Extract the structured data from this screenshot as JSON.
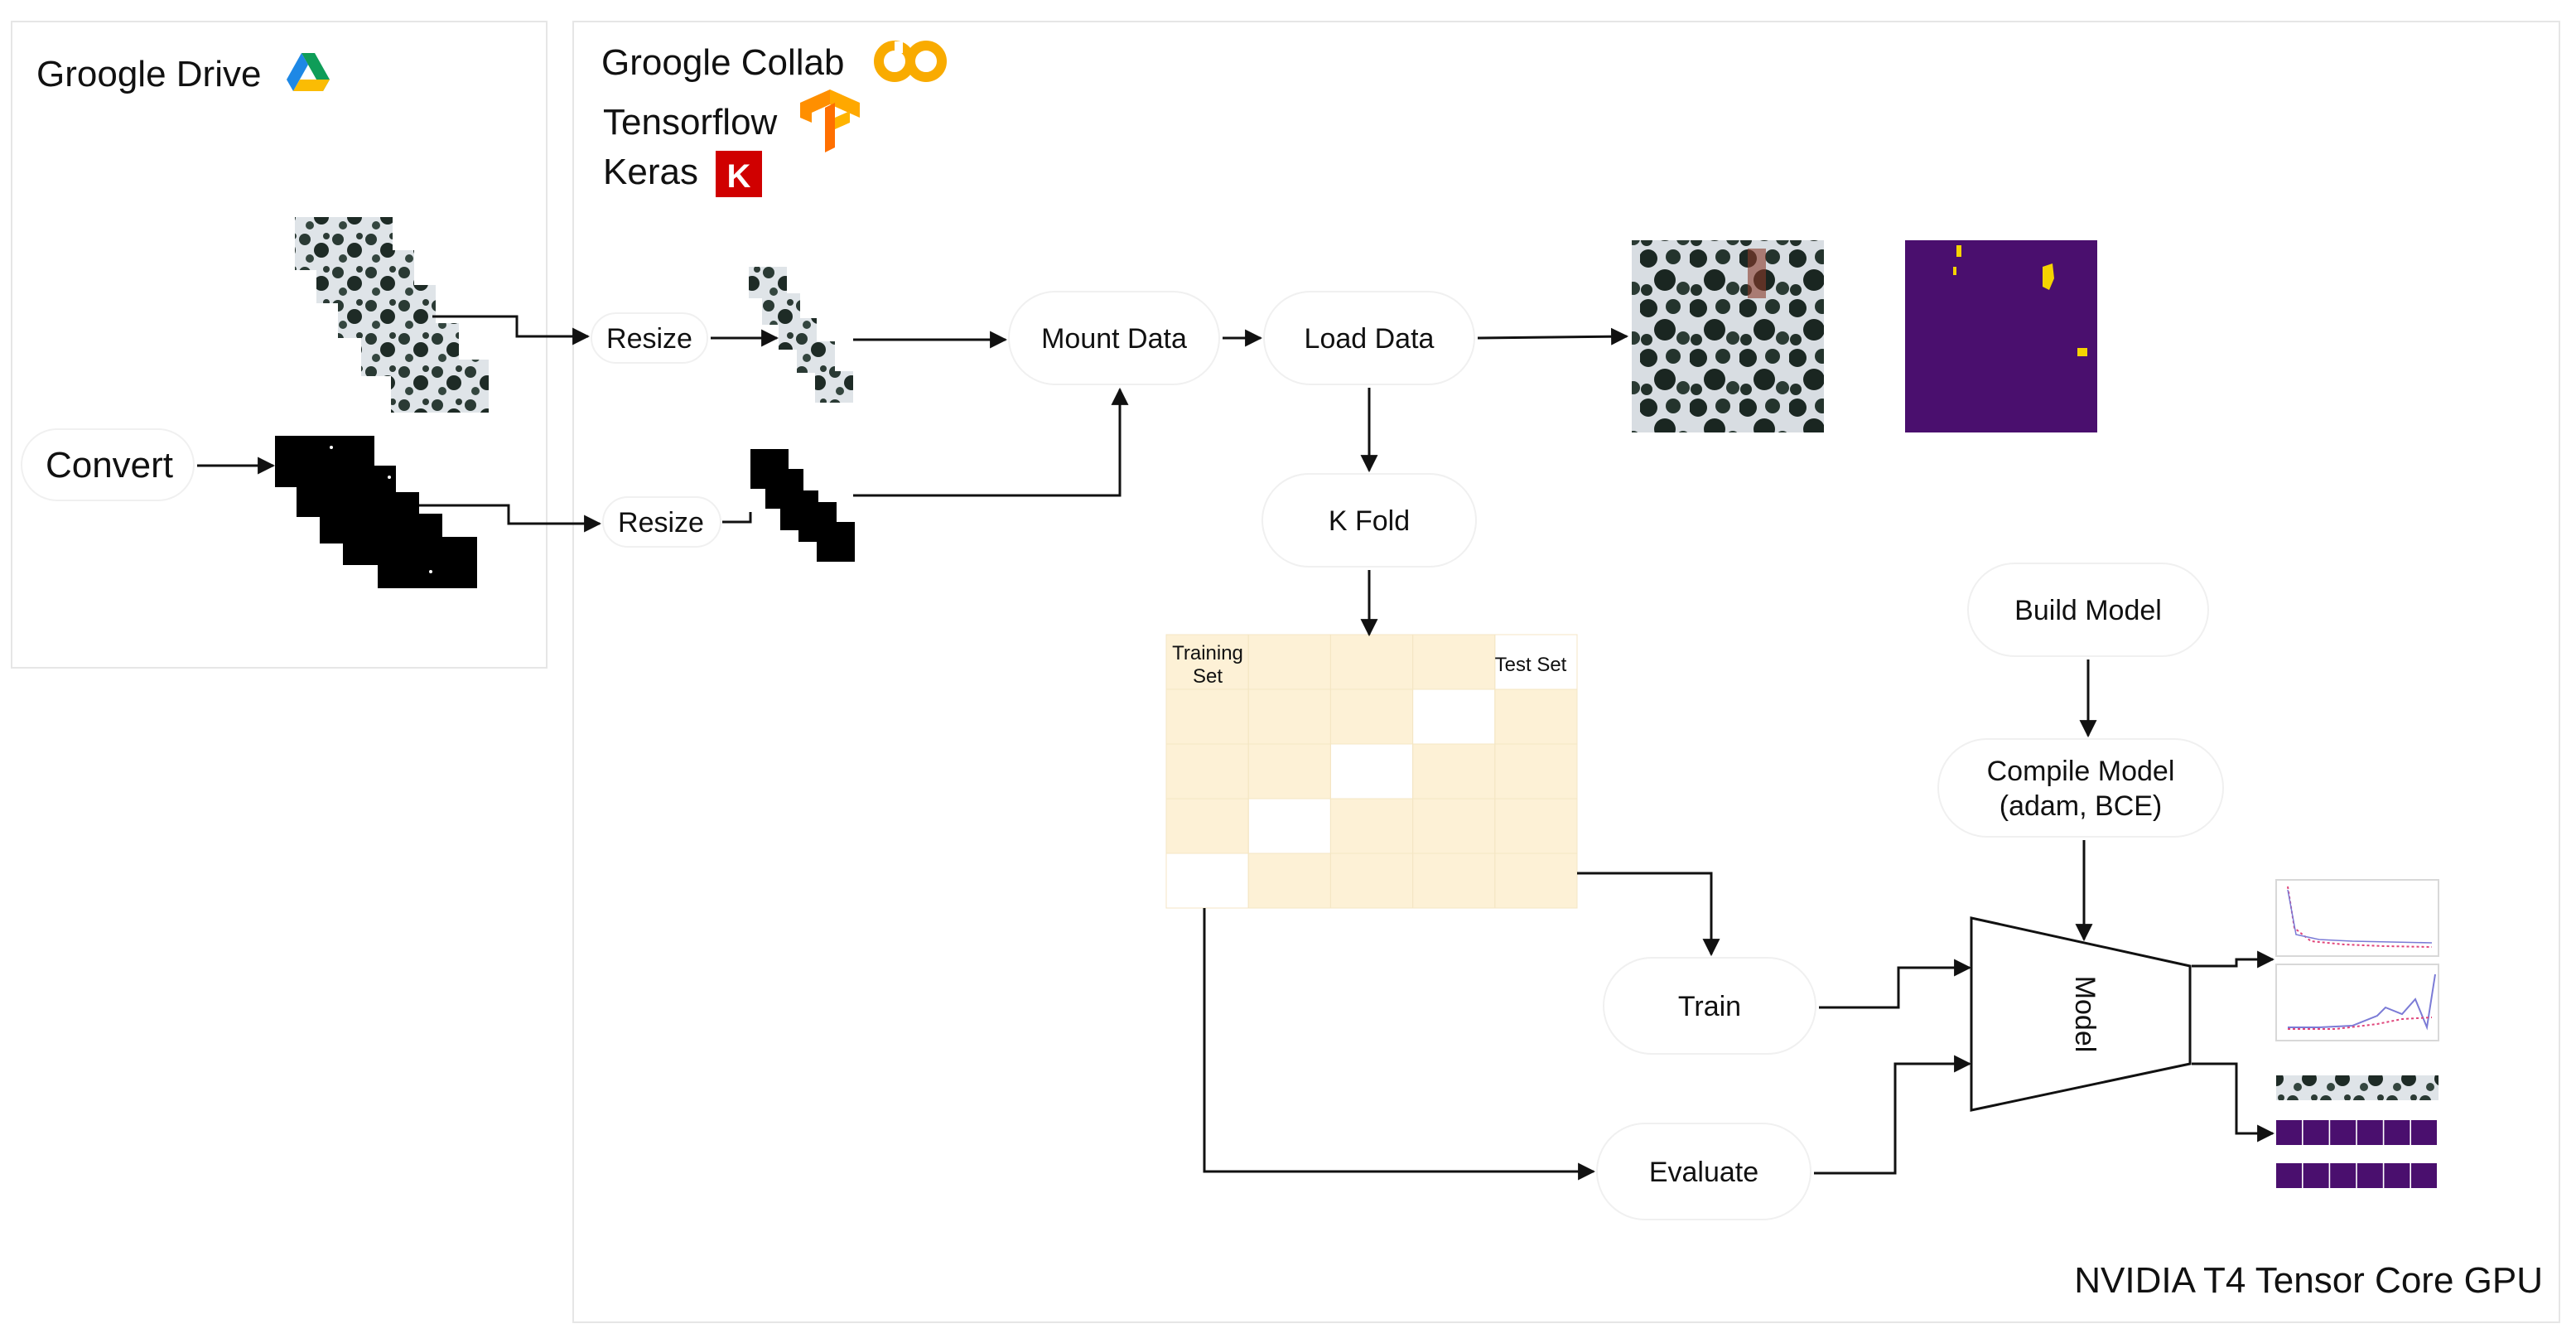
{
  "panels": {
    "drive": {
      "title": "Groogle Drive",
      "icon": "google-drive-icon"
    },
    "colab": {
      "tools": [
        {
          "label": "Groogle Collab",
          "icon": "colab-icon"
        },
        {
          "label": "Tensorflow",
          "icon": "tensorflow-icon"
        },
        {
          "label": "Keras",
          "icon": "keras-icon",
          "badge": "K"
        }
      ],
      "footer": "NVIDIA T4 Tensor Core GPU"
    }
  },
  "nodes": {
    "convert": "Convert",
    "resize_images": "Resize",
    "resize_masks": "Resize",
    "mount": "Mount Data",
    "load": "Load Data",
    "kfold": "K Fold",
    "build": "Build Model",
    "compile_line1": "Compile Model",
    "compile_line2": "(adam, BCE)",
    "train": "Train",
    "evaluate": "Evaluate",
    "model": "Model"
  },
  "kfold_grid": {
    "training_label_line1": "Training",
    "training_label_line2": "Set",
    "test_label": "Test Set",
    "folds": 5
  },
  "colors": {
    "training": "#fdf1d6",
    "test": "#ffffff",
    "mask_bg": "#4a0f6e",
    "mask_blob": "#f5d300",
    "keras": "#d00000",
    "colab": "#f9ab00",
    "tensorflow": "#ff8f00"
  }
}
